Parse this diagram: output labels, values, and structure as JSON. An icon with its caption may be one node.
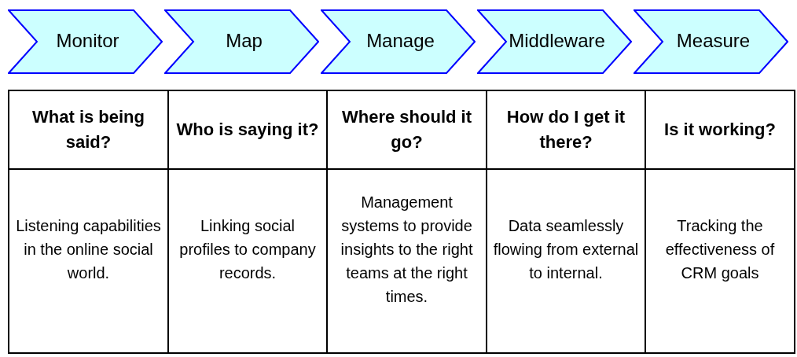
{
  "diagram": {
    "nodes": [
      {
        "text": [
          "Monitor"
        ]
      },
      {
        "text": [
          "Map"
        ]
      },
      {
        "text": [
          "Manage"
        ]
      },
      {
        "text": [
          "Middleware"
        ]
      },
      {
        "text": [
          "Measure"
        ]
      }
    ],
    "labels": [
      "What is being said?",
      "Who is saying it?",
      "Where should it go?",
      "How do I get it there?",
      "Is it working?",
      "Listening capabilities in the online social world.",
      "Linking social profiles to company records.",
      "Management systems to provide insights to the right teams at the right times.",
      "Data seamlessly flowing from external to internal.",
      "Tracking the effectiveness of CRM goals"
    ]
  }
}
